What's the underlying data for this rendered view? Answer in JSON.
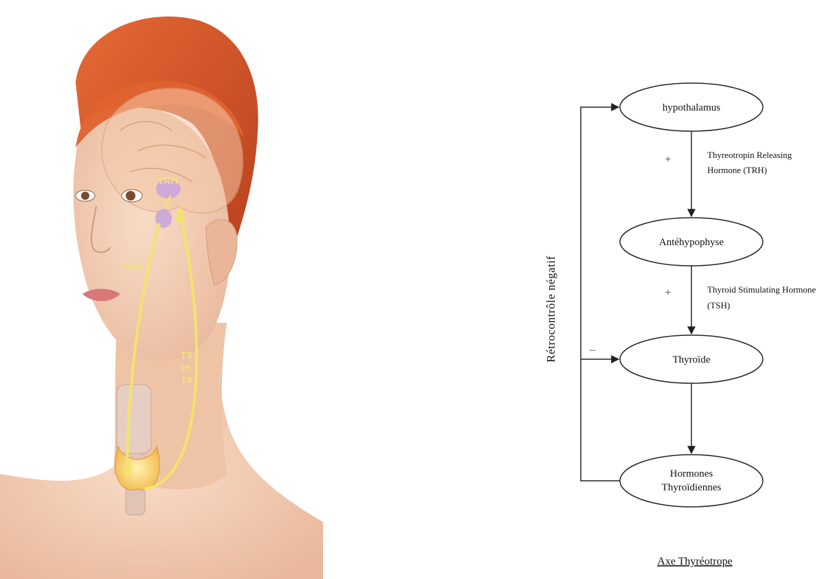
{
  "illustration": {
    "labels": {
      "trh": "TRH",
      "tsh": "TSH",
      "t3": "T3",
      "et": "et",
      "t4": "T4"
    },
    "colors": {
      "hair": "#d8552a",
      "skin": "#f2c9ae",
      "arrow": "#f4e36a",
      "gland": "#c9a6dc",
      "thyroid": "#f7c95a"
    }
  },
  "diagram": {
    "nodes": {
      "hypothalamus": "hypothalamus",
      "antehypophyse": "Antéhypophyse",
      "thyroide": "Thyroïde",
      "hormones_line1": "Hormones",
      "hormones_line2": "Thyroïdiennes"
    },
    "edges": {
      "trh_line1": "Thyreotropin Releasing",
      "trh_line2": "Hormone (TRH)",
      "tsh_line1": "Thyroid Stimulating Hormone",
      "tsh_line2": "(TSH)",
      "plus1": "+",
      "plus2": "+",
      "minus": "–"
    },
    "side_label": "Rétrocontrôle négatif",
    "caption": "Axe Thyréotrope"
  }
}
